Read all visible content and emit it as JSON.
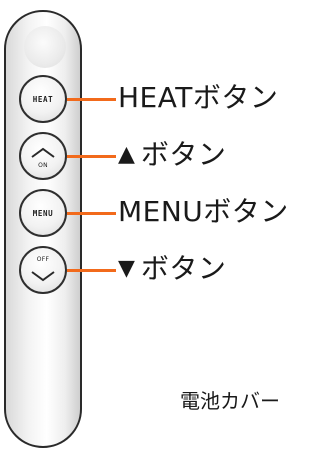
{
  "remote": {
    "buttons": [
      {
        "id": "heat",
        "label": "HEAT"
      },
      {
        "id": "up",
        "label": "ON"
      },
      {
        "id": "menu",
        "label": "MENU"
      },
      {
        "id": "down",
        "label": "OFF"
      }
    ]
  },
  "callouts": {
    "heat": "HEATボタン",
    "up_symbol": "▲",
    "up_text": "ボタン",
    "menu": "MENUボタン",
    "down_symbol": "▼",
    "down_text": "ボタン",
    "battery_cover": "電池カバー"
  },
  "colors": {
    "leader": "#f26a1b"
  }
}
